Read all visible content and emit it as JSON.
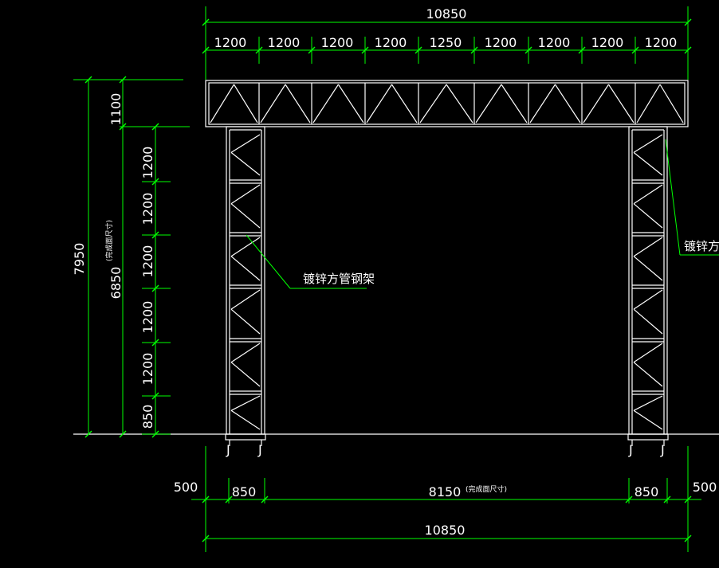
{
  "drawing": {
    "top": {
      "total": "10850",
      "segments": [
        "1200",
        "1200",
        "1200",
        "1200",
        "1250",
        "1200",
        "1200",
        "1200",
        "1200"
      ]
    },
    "left": {
      "overall": "7950",
      "truss_depth": "1100",
      "column_total": "6850",
      "column_note": "(完成面尺寸)",
      "segments": [
        "1200",
        "1200",
        "1200",
        "1200",
        "1200",
        "850"
      ]
    },
    "bottom": {
      "offset_left": "500",
      "offset_right": "500",
      "column_left": "850",
      "span": "8150",
      "span_note": "(完成面尺寸)",
      "column_right": "850",
      "total": "10850"
    },
    "callouts": {
      "left": "镀锌方管钢架",
      "right": "镀锌方管钢架"
    },
    "anchors": [
      "J",
      "J",
      "J",
      "J"
    ]
  },
  "colors": {
    "background": "#000000",
    "structure": "#ffffff",
    "dimension": "#00ff00"
  }
}
